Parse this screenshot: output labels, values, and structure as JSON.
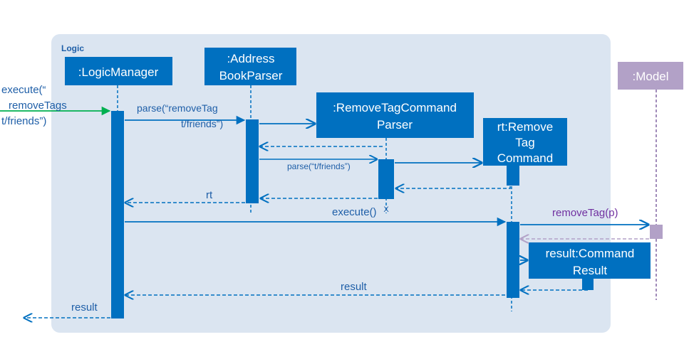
{
  "colors": {
    "frame_fill": "#dbe5f1",
    "box_fill": "#0070c0",
    "box_text": "#ffffff",
    "line": "#0070c0",
    "model_fill": "#b2a1c7",
    "model_line": "#8064a2",
    "incoming_arrow": "#00b050",
    "label_text": "#1f5fa8"
  },
  "frame": {
    "label": "Logic"
  },
  "participants": {
    "logic_manager": ":LogicManager",
    "address_book_parser_1": ":Address",
    "address_book_parser_2": "BookParser",
    "remove_tag_parser_1": ":RemoveTagCommand",
    "remove_tag_parser_2": "Parser",
    "remove_tag_command_1": "rt:Remove",
    "remove_tag_command_2": "Tag",
    "remove_tag_command_3": "Command",
    "command_result_1": "result:Command",
    "command_result_2": "Result",
    "model": ":Model"
  },
  "messages": {
    "execute_in_1": "execute(“",
    "execute_in_2": "removeTags",
    "execute_in_3": "t/friends”)",
    "parse_1": "parse(“removeTag",
    "parse_2": "t/friends”)",
    "parse_inner": "parse(“t/friends”)",
    "rt_return": "rt",
    "execute": "execute()",
    "remove_tag": "removeTag(p)",
    "result_return": "result",
    "result_out": "result",
    "destroy_mark": "X"
  }
}
